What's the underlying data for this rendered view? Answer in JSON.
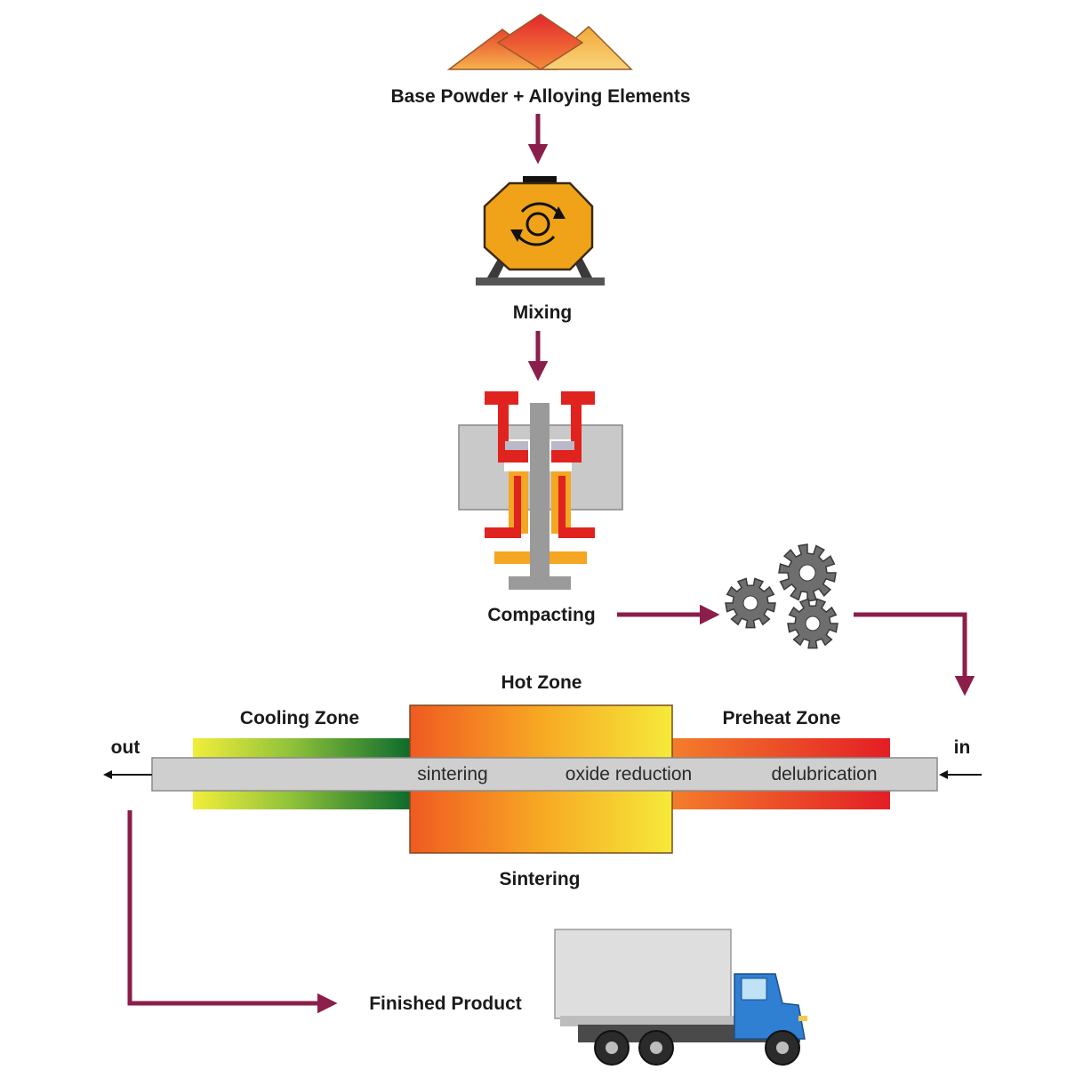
{
  "labels": {
    "base_powder": "Base Powder + Alloying Elements",
    "mixing": "Mixing",
    "compacting": "Compacting",
    "hot_zone": "Hot Zone",
    "cooling_zone": "Cooling Zone",
    "preheat_zone": "Preheat Zone",
    "out": "out",
    "in": "in",
    "sintering_stage": "Sintering",
    "finished_product": "Finished Product"
  },
  "tube_labels": {
    "sintering": "sintering",
    "oxide_reduction": "oxide reduction",
    "delubrication": "delubrication"
  },
  "colors": {
    "arrow": "#8b1e4a",
    "press_red": "#e0231f",
    "press_orange": "#f5a623",
    "press_gray": "#c7c7c7",
    "mixer_orange": "#f0a318",
    "gear": "#6e6e6e",
    "truck_cab": "#2f7fd3",
    "tube": "#cfcfcf"
  }
}
